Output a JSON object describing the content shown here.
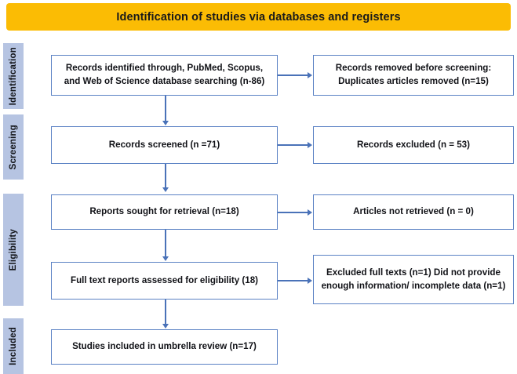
{
  "banner": {
    "title": "Identification of studies via databases and registers",
    "color": "#FBBC04"
  },
  "theme": {
    "stage_block_color": "#B6C4E2",
    "box_border_color": "#5B82C4",
    "connector_color": "#4A72B8",
    "text_color": "#111217",
    "background": "#FFFFFF"
  },
  "stages": [
    {
      "label": "Identification"
    },
    {
      "label": "Screening"
    },
    {
      "label": "Eligibility"
    },
    {
      "label": "Included"
    }
  ],
  "flow": {
    "left_boxes": [
      {
        "text": "Records identified through, PubMed, Scopus, and Web of Science database searching (n-86)"
      },
      {
        "text": "Records screened (n =71)"
      },
      {
        "text": "Reports sought for retrieval (n=18)"
      },
      {
        "text": "Full text reports assessed for eligibility (18)"
      },
      {
        "text": "Studies included in umbrella review (n=17)"
      }
    ],
    "right_boxes": [
      {
        "text": "Records removed before screening: Duplicates articles removed (n=15)"
      },
      {
        "text": "Records excluded (n = 53)"
      },
      {
        "text": "Articles not retrieved (n = 0)"
      },
      {
        "text": "Excluded full texts (n=1) Did not provide enough information/ incomplete data (n=1)"
      }
    ]
  },
  "chart_data": {
    "type": "diagram",
    "title": "Identification of studies via databases and registers",
    "diagram_kind": "PRISMA flow diagram",
    "stages": [
      "Identification",
      "Screening",
      "Eligibility",
      "Included"
    ],
    "nodes": [
      {
        "id": "identified",
        "stage": "Identification",
        "column": "left",
        "label": "Records identified through, PubMed, Scopus, and Web of Science database searching (n-86)",
        "n": 86
      },
      {
        "id": "removed",
        "stage": "Identification",
        "column": "right",
        "label": "Records removed before screening: Duplicates articles removed (n=15)",
        "n": 15
      },
      {
        "id": "screened",
        "stage": "Screening",
        "column": "left",
        "label": "Records screened (n =71)",
        "n": 71
      },
      {
        "id": "excluded",
        "stage": "Screening",
        "column": "right",
        "label": "Records excluded (n = 53)",
        "n": 53
      },
      {
        "id": "sought",
        "stage": "Eligibility",
        "column": "left",
        "label": "Reports sought for retrieval (n=18)",
        "n": 18
      },
      {
        "id": "notretr",
        "stage": "Eligibility",
        "column": "right",
        "label": "Articles not retrieved (n = 0)",
        "n": 0
      },
      {
        "id": "fulltext",
        "stage": "Eligibility",
        "column": "left",
        "label": "Full text reports assessed for eligibility (18)",
        "n": 18
      },
      {
        "id": "exclfull",
        "stage": "Eligibility",
        "column": "right",
        "label": "Excluded full texts (n=1) Did not provide enough information/ incomplete data (n=1)",
        "n": 1
      },
      {
        "id": "included",
        "stage": "Included",
        "column": "left",
        "label": "Studies included in umbrella review (n=17)",
        "n": 17
      }
    ],
    "edges": [
      {
        "from": "identified",
        "to": "removed",
        "direction": "right"
      },
      {
        "from": "identified",
        "to": "screened",
        "direction": "down"
      },
      {
        "from": "screened",
        "to": "excluded",
        "direction": "right"
      },
      {
        "from": "screened",
        "to": "sought",
        "direction": "down"
      },
      {
        "from": "sought",
        "to": "notretr",
        "direction": "right"
      },
      {
        "from": "sought",
        "to": "fulltext",
        "direction": "down"
      },
      {
        "from": "fulltext",
        "to": "exclfull",
        "direction": "right"
      },
      {
        "from": "fulltext",
        "to": "included",
        "direction": "down"
      }
    ]
  }
}
